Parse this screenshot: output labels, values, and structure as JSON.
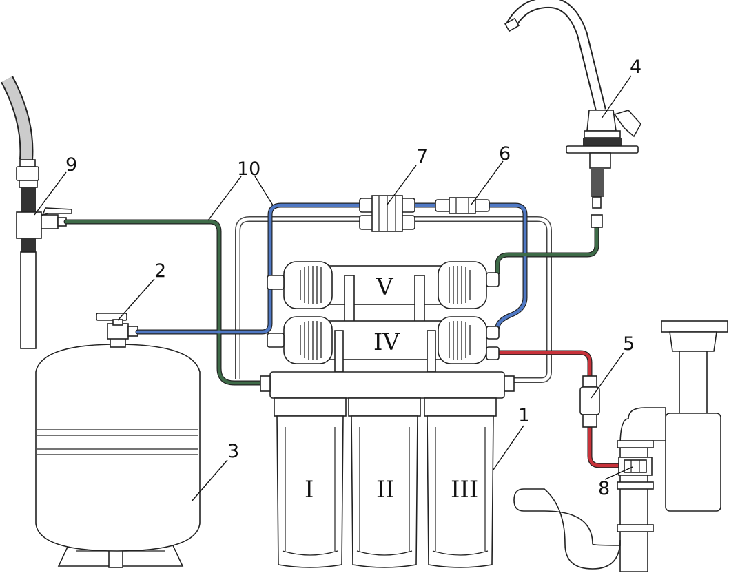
{
  "callouts": {
    "c1": "1",
    "c2": "2",
    "c3": "3",
    "c4": "4",
    "c5": "5",
    "c6": "6",
    "c7": "7",
    "c8": "8",
    "c9": "9",
    "c10": "10"
  },
  "stages": {
    "s1": "I",
    "s2": "II",
    "s3": "III",
    "s4": "IV",
    "s5": "V"
  },
  "colors": {
    "tube_green": "#3e6b48",
    "tube_blue": "#4f78c4",
    "tube_red": "#c8323a",
    "line": "#222222"
  }
}
